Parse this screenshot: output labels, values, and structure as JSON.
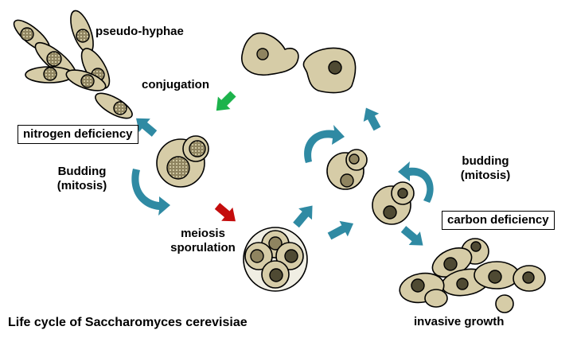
{
  "title": "Life cycle of Saccharomyces cerevisiae",
  "labels": {
    "pseudo_hyphae": "pseudo-hyphae",
    "conjugation": "conjugation",
    "nitrogen_deficiency": "nitrogen deficiency",
    "budding_left_1": "Budding",
    "budding_left_2": "(mitosis)",
    "meiosis": "meiosis",
    "sporulation": "sporulation",
    "budding_right_1": "budding",
    "budding_right_2": "(mitosis)",
    "carbon_deficiency": "carbon deficiency",
    "invasive_growth": "invasive growth"
  },
  "colors": {
    "cell_fill": "#d6cca7",
    "arrow_teal": "#2f8aa3",
    "arrow_green": "#1db34c",
    "arrow_red": "#c40d0d",
    "nucleus_light": "#8f8460",
    "nucleus_dark": "#4f4a33"
  }
}
